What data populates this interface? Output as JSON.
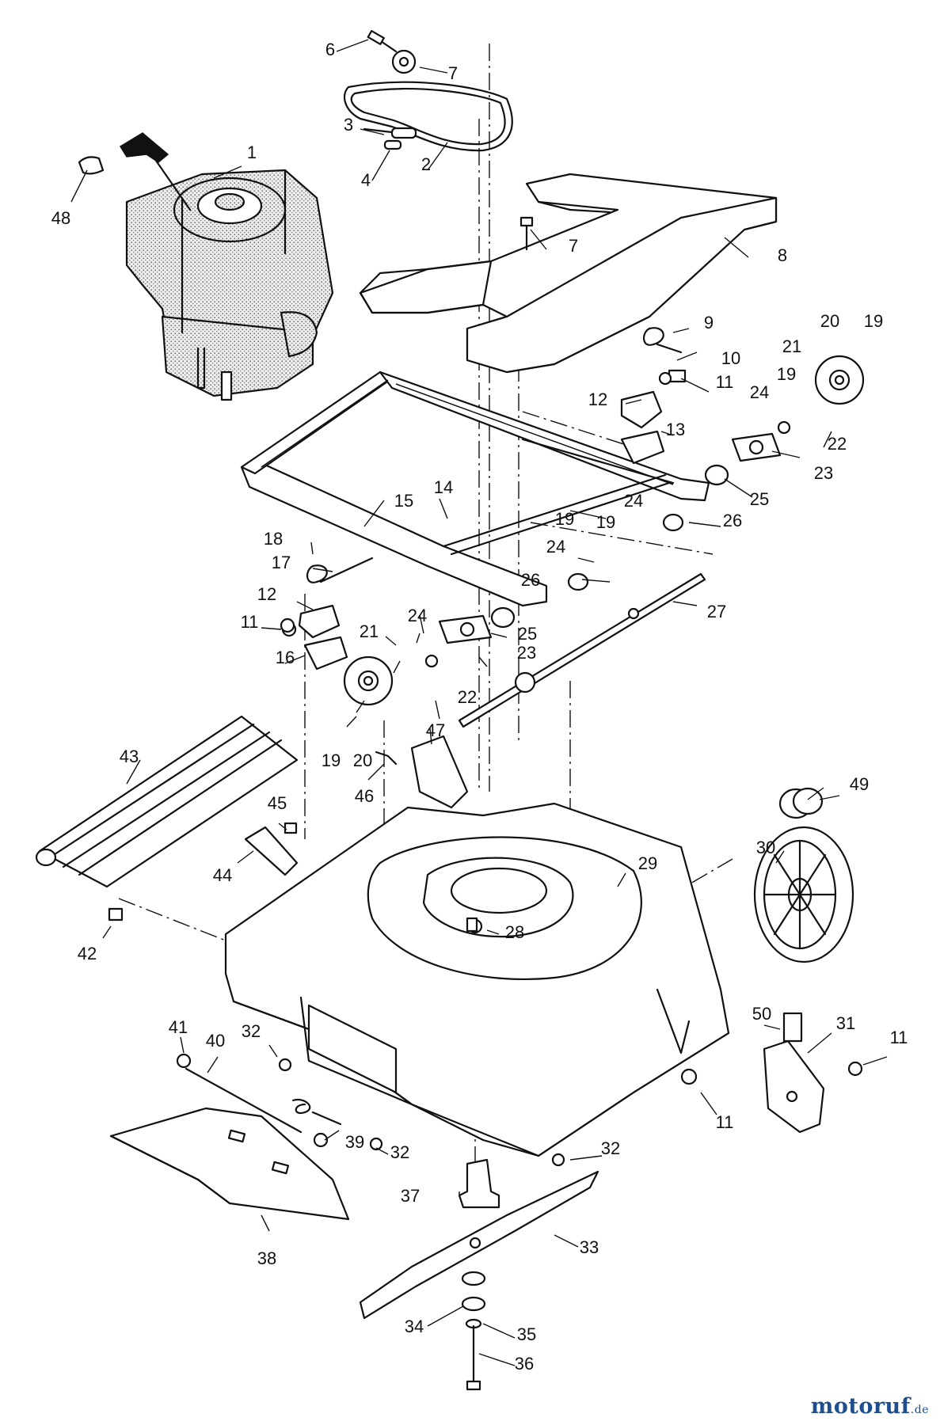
{
  "diagram": {
    "callouts": [
      "1",
      "2",
      "3",
      "4",
      "6",
      "7",
      "7",
      "8",
      "9",
      "10",
      "11",
      "11",
      "11",
      "11",
      "12",
      "12",
      "13",
      "14",
      "15",
      "16",
      "17",
      "18",
      "19",
      "19",
      "19",
      "19",
      "19",
      "20",
      "20",
      "21",
      "21",
      "22",
      "22",
      "23",
      "23",
      "24",
      "24",
      "24",
      "24",
      "25",
      "25",
      "26",
      "26",
      "27",
      "28",
      "29",
      "30",
      "31",
      "32",
      "32",
      "32",
      "33",
      "34",
      "35",
      "36",
      "37",
      "38",
      "39",
      "40",
      "41",
      "42",
      "43",
      "44",
      "45",
      "46",
      "47",
      "48",
      "49",
      "50"
    ]
  },
  "watermark": {
    "brand": "motoruf",
    "tld": ".de"
  }
}
